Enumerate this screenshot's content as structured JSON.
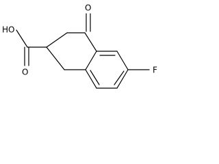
{
  "molecule": {
    "atoms": {
      "carbonyl_oxygen": "O",
      "fluorine": "F",
      "hydroxyl": "HO",
      "carboxyl_oxygen": "O"
    },
    "colors": {
      "bond": "#000000",
      "label": "#000000",
      "background": "#ffffff"
    }
  }
}
